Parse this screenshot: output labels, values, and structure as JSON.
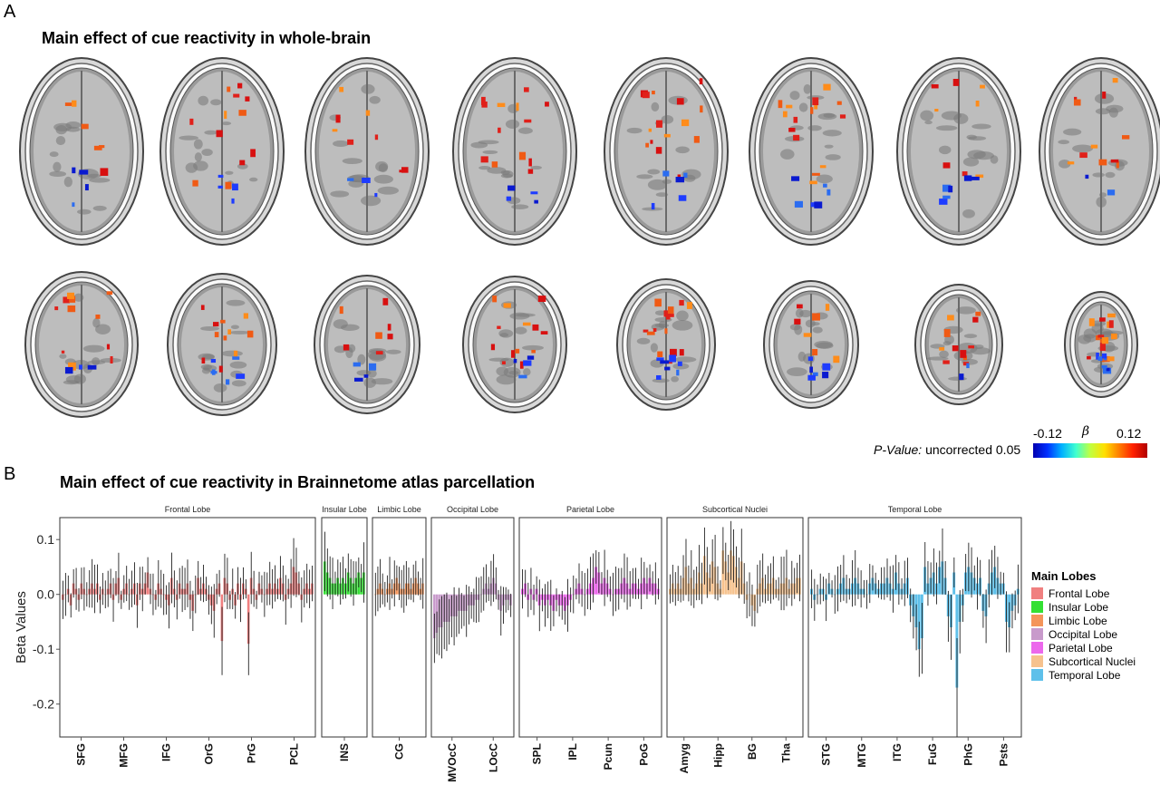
{
  "panels": {
    "a": {
      "letter": "A",
      "title": "Main effect of cue reactivity in whole-brain"
    },
    "b": {
      "letter": "B",
      "title": "Main effect of cue reactivity in Brainnetome atlas parcellation"
    }
  },
  "colorbar": {
    "min_label": "-0.12",
    "symbol": "β",
    "max_label": "0.12"
  },
  "pvalue": {
    "label": "P-Value:",
    "text": " uncorrected 0.05"
  },
  "brain_rows": [
    8,
    8
  ],
  "chart_data": {
    "type": "bar",
    "ylabel": "Beta Values",
    "ylim": [
      -0.26,
      0.14
    ],
    "yticks": [
      0.1,
      0.0,
      -0.1,
      -0.2
    ],
    "ytick_labels": [
      "0.1",
      "0.0",
      "-0.1",
      "-0.2"
    ],
    "facets": [
      {
        "name": "Frontal Lobe",
        "color": "#f08080",
        "tick_labels": [
          "SFG",
          "MFG",
          "IFG",
          "OrG",
          "PrG",
          "PCL"
        ],
        "values": [
          -0.01,
          0.0,
          0.01,
          -0.02,
          0.02,
          0.01,
          -0.01,
          0.02,
          0.01,
          0.0,
          0.01,
          0.02,
          0.01,
          0.02,
          -0.01,
          0.01,
          0.0,
          0.01,
          0.02,
          -0.01,
          0.02,
          0.03,
          -0.01,
          0.01,
          0.02,
          0.0,
          0.01,
          0.02,
          -0.02,
          0.02,
          0.01,
          0.02,
          0.04,
          0.01,
          0.0,
          -0.01,
          0.02,
          0.01,
          0.0,
          -0.01,
          -0.02,
          0.03,
          0.01,
          -0.01,
          0.02,
          0.01,
          0.01,
          0.02,
          -0.01,
          -0.03,
          0.0,
          0.03,
          0.01,
          0.02,
          0.01,
          -0.01,
          -0.02,
          -0.03,
          0.01,
          0.02,
          -0.085,
          0.03,
          0.02,
          -0.01,
          0.01,
          -0.02,
          0.02,
          -0.01,
          0.02,
          0.01,
          -0.09,
          0.03,
          0.01,
          -0.01,
          0.02,
          0.01,
          0.0,
          0.01,
          0.02,
          0.01,
          0.02,
          0.01,
          0.03,
          0.02,
          -0.01,
          0.01,
          0.02,
          0.05,
          0.04,
          0.02,
          -0.01,
          0.01,
          0.02,
          0.01,
          0.02
        ]
      },
      {
        "name": "Insular Lobe",
        "color": "#33e033",
        "tick_labels": [
          "INS"
        ],
        "values": [
          0.06,
          0.04,
          0.03,
          0.02,
          0.02,
          0.03,
          0.02,
          0.03,
          0.02,
          0.04,
          0.03,
          0.02,
          0.03,
          0.04,
          0.03,
          0.04
        ]
      },
      {
        "name": "Limbic Lobe",
        "color": "#f4955a",
        "tick_labels": [
          "CG"
        ],
        "values": [
          0.0,
          0.01,
          0.02,
          0.01,
          0.0,
          0.01,
          0.02,
          0.01,
          0.02,
          0.03,
          0.02,
          0.01,
          0.01,
          0.02,
          0.02,
          0.01,
          0.02,
          0.03,
          0.02,
          0.01,
          0.02
        ]
      },
      {
        "name": "Occipital Lobe",
        "color": "#c89acb",
        "tick_labels": [
          "MVOcC",
          "LOcC"
        ],
        "values": [
          -0.08,
          -0.07,
          -0.06,
          -0.06,
          -0.05,
          -0.05,
          -0.05,
          -0.04,
          -0.04,
          -0.04,
          -0.03,
          -0.03,
          -0.03,
          -0.03,
          -0.02,
          -0.02,
          -0.02,
          -0.01,
          -0.01,
          0.0,
          0.01,
          0.02,
          0.01,
          0.02,
          0.03,
          0.02,
          -0.01,
          -0.03,
          -0.02,
          -0.01,
          -0.01,
          -0.02
        ]
      },
      {
        "name": "Parietal Lobe",
        "color": "#ec68ec",
        "tick_labels": [
          "SPL",
          "IPL",
          "Pcun",
          "PoG"
        ],
        "values": [
          0.01,
          0.02,
          -0.01,
          0.01,
          -0.01,
          0.01,
          -0.02,
          -0.01,
          -0.02,
          -0.01,
          -0.02,
          -0.03,
          -0.01,
          -0.02,
          -0.02,
          -0.03,
          -0.02,
          -0.01,
          0.0,
          0.01,
          0.02,
          0.01,
          0.0,
          0.01,
          0.02,
          0.03,
          0.05,
          0.04,
          0.02,
          0.03,
          0.02,
          0.01,
          0.0,
          0.01,
          0.01,
          0.02,
          0.03,
          0.02,
          0.01,
          0.02,
          0.02,
          0.01,
          0.02,
          0.03,
          0.02,
          0.03,
          0.02,
          0.02,
          0.01
        ]
      },
      {
        "name": "Subcortical Nuclei",
        "color": "#f6c28e",
        "tick_labels": [
          "Amyg",
          "Hipp",
          "BG",
          "Tha"
        ],
        "values": [
          0.01,
          0.02,
          0.01,
          0.02,
          0.01,
          0.03,
          0.05,
          0.02,
          0.03,
          0.01,
          0.02,
          0.04,
          0.02,
          0.07,
          0.04,
          0.03,
          0.06,
          0.05,
          0.02,
          0.01,
          0.08,
          0.06,
          0.04,
          0.08,
          0.07,
          0.05,
          0.03,
          0.06,
          0.02,
          -0.01,
          0.0,
          -0.02,
          -0.03,
          0.01,
          0.02,
          0.03,
          0.01,
          0.02,
          0.02,
          0.03,
          0.01,
          0.01,
          0.02,
          0.02,
          0.03,
          0.01,
          0.02,
          0.02,
          0.03,
          0.03
        ]
      },
      {
        "name": "Temporal Lobe",
        "color": "#5ec0ea",
        "tick_labels": [
          "STG",
          "MTG",
          "ITG",
          "FuG",
          "PhG",
          "Psts"
        ],
        "values": [
          0.01,
          -0.01,
          0.0,
          0.01,
          0.01,
          -0.01,
          0.02,
          0.01,
          0.0,
          0.01,
          0.02,
          0.03,
          0.01,
          0.01,
          0.02,
          0.03,
          0.02,
          0.01,
          0.01,
          0.0,
          0.02,
          0.03,
          0.02,
          0.01,
          0.02,
          0.02,
          0.03,
          0.02,
          0.01,
          0.04,
          0.02,
          0.01,
          0.02,
          0.03,
          -0.02,
          -0.04,
          -0.06,
          -0.1,
          -0.08,
          0.05,
          0.02,
          0.03,
          0.04,
          0.02,
          0.05,
          0.06,
          0.03,
          -0.04,
          -0.06,
          0.04,
          -0.17,
          -0.05,
          -0.02,
          0.04,
          0.05,
          0.04,
          0.03,
          0.02,
          0.03,
          -0.03,
          -0.04,
          0.02,
          0.04,
          0.05,
          0.03,
          0.02,
          0.02,
          -0.05,
          -0.06,
          -0.03,
          -0.02,
          0.01
        ]
      }
    ],
    "facet_order": [
      "Frontal Lobe",
      "Insular Lobe",
      "Limbic Lobe",
      "Occipital Lobe",
      "Parietal Lobe",
      "Subcortical Nuclei",
      "Temporal Lobe"
    ]
  },
  "legend": {
    "title": "Main Lobes",
    "items": [
      {
        "label": "Frontal Lobe",
        "color": "#f08080"
      },
      {
        "label": "Insular Lobe",
        "color": "#33e033"
      },
      {
        "label": "Limbic Lobe",
        "color": "#f4955a"
      },
      {
        "label": "Occipital Lobe",
        "color": "#c89acb"
      },
      {
        "label": "Parietal Lobe",
        "color": "#ec68ec"
      },
      {
        "label": "Subcortical Nuclei",
        "color": "#f6c28e"
      },
      {
        "label": "Temporal Lobe",
        "color": "#5ec0ea"
      }
    ]
  }
}
